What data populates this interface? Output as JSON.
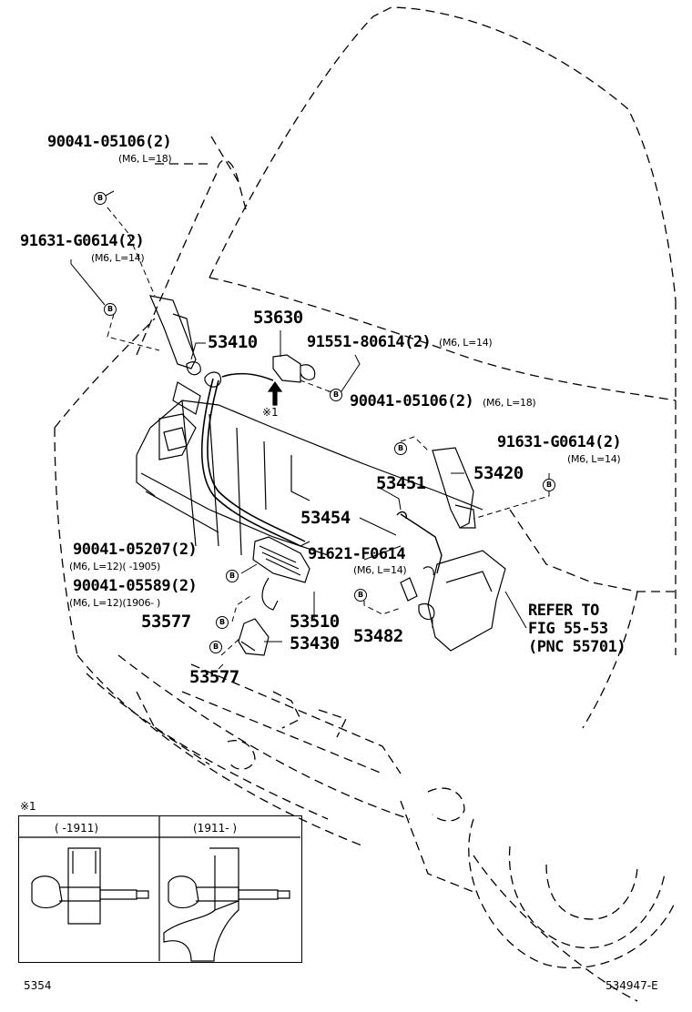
{
  "labels": {
    "p1": "90041-05106(2)",
    "p1_spec": "(M6, L=18)",
    "p2": "91631-G0614(2)",
    "p2_spec": "(M6, L=14)",
    "p3": "53630",
    "p4": "53410",
    "p5": "91551-80614(2)",
    "p5_spec": "(M6, L=14)",
    "note_ref": "※1",
    "p6": "90041-05106(2)",
    "p6_spec": "(M6, L=18)",
    "p7": "91631-G0614(2)",
    "p7_spec": "(M6, L=14)",
    "p8": "53451",
    "p9": "53420",
    "p10": "53454",
    "p11": "90041-05207(2)",
    "p11_spec": "(M6, L=12)(     -1905)",
    "p12": "91621-F0614",
    "p12_spec": "(M6, L=14)",
    "p13": "90041-05589(2)",
    "p13_spec": "(M6, L=12)(1906-     )",
    "p14": "53577",
    "p15": "53510",
    "p16": "53482",
    "p17": "53430",
    "p18": "53577",
    "refer_1": "REFER TO",
    "refer_2": "FIG 55-53",
    "refer_3": "(PNC 55701)"
  },
  "bolt_mark": "B",
  "inset": {
    "ref": "※1",
    "col1_header": "(    -1911)",
    "col2_header": "(1911-     )"
  },
  "footer": {
    "left": "5354",
    "right": "534947-E"
  }
}
